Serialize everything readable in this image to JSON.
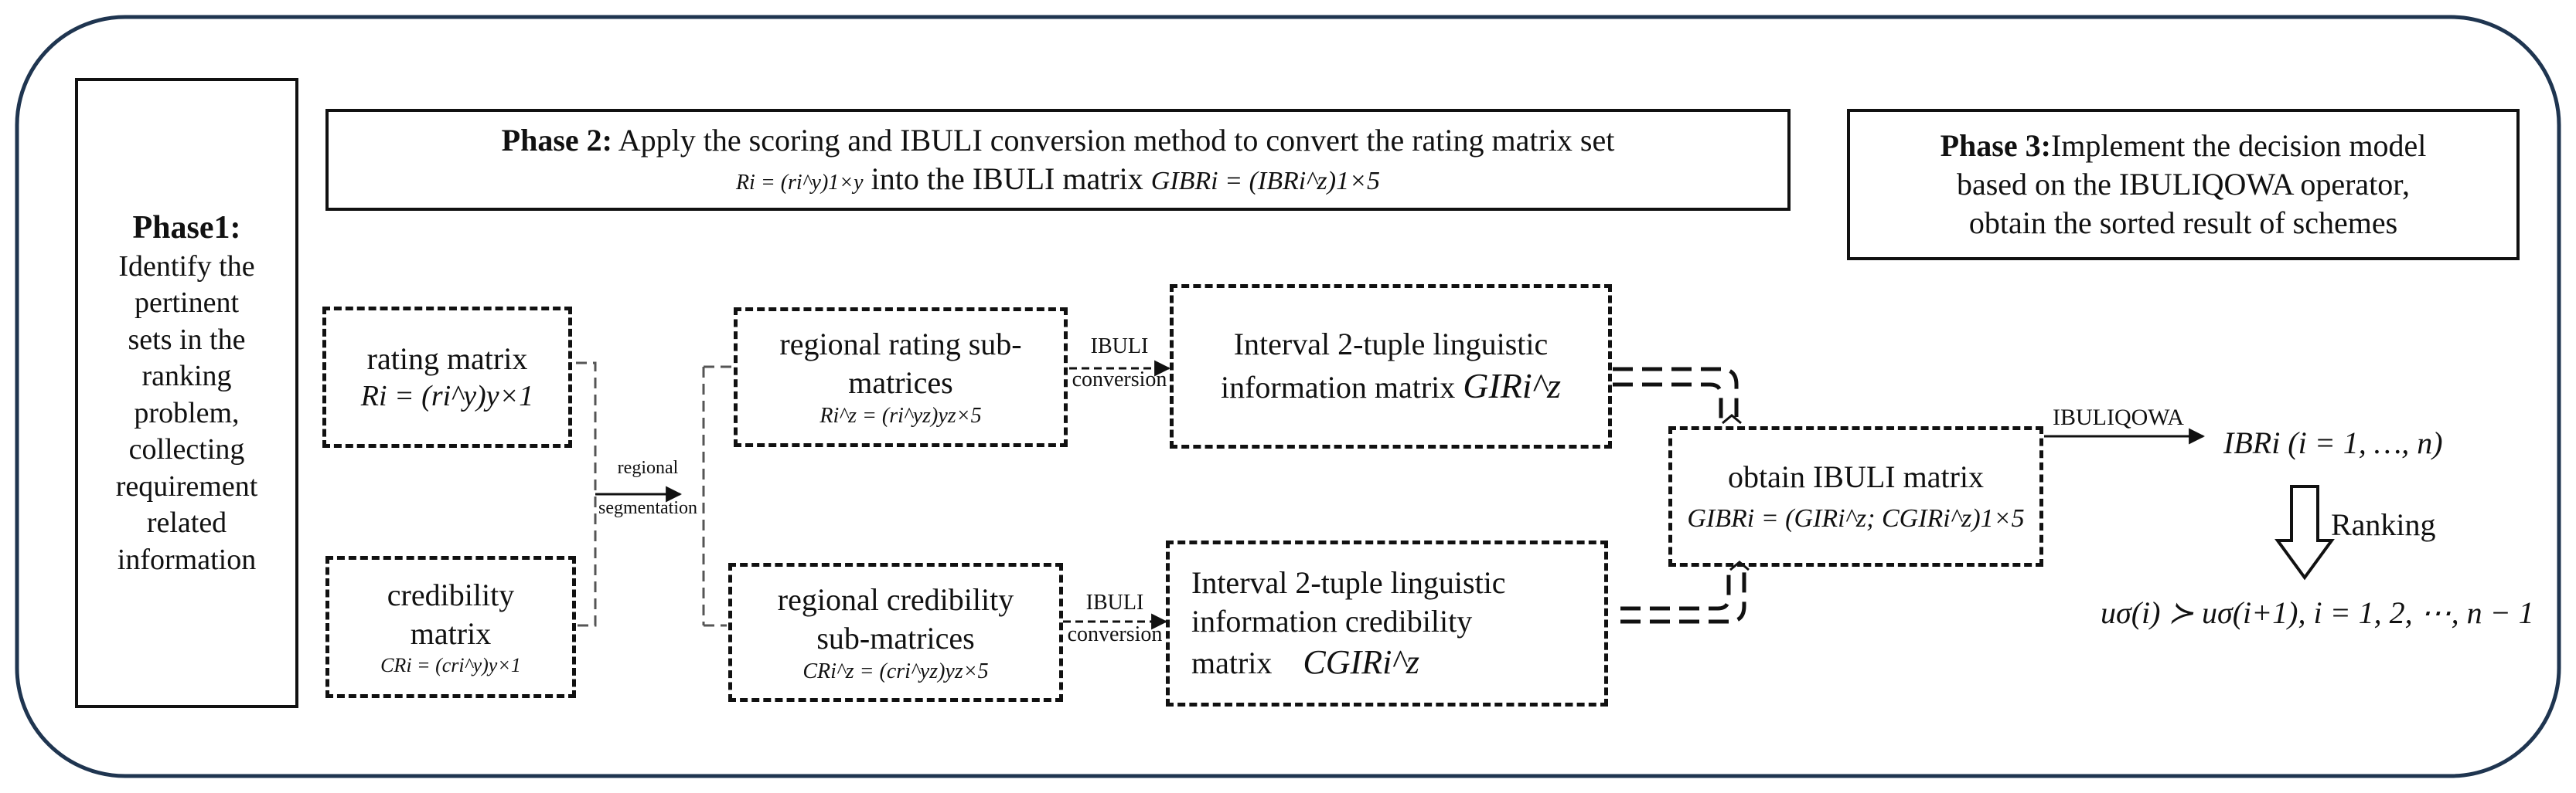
{
  "phase1": {
    "title": "Phase1:",
    "lines": [
      "Identify the",
      "pertinent",
      "sets in the",
      "ranking",
      "problem,",
      "collecting",
      "requirement",
      "related",
      "information"
    ]
  },
  "phase2": {
    "title": "Phase 2:",
    "text1": "Apply the scoring and IBULI conversion method to convert the rating matrix set",
    "math1": "Ri = (ri^y)1×y",
    "text2": "into the IBULI matrix",
    "math2": "GIBRi = (IBRi^z)1×5"
  },
  "phase3": {
    "title": "Phase 3:",
    "text1": "Implement the decision model",
    "line2": "based on the IBULIQOWA operator,",
    "line3": "obtain the sorted result of schemes"
  },
  "rating_matrix": {
    "label": "rating matrix",
    "math": "Ri = (ri^y)y×1"
  },
  "credibility_matrix": {
    "label1": "credibility",
    "label2": "matrix",
    "math": "CRi = (cri^y)y×1"
  },
  "regional_segmentation": {
    "line1": "regional",
    "line2": "segmentation"
  },
  "regional_rating": {
    "line1": "regional rating sub-",
    "line2": "matrices",
    "math": "Ri^z = (ri^yz)yz×5"
  },
  "regional_credibility": {
    "line1": "regional credibility",
    "line2": "sub-matrices",
    "math": "CRi^z = (cri^yz)yz×5"
  },
  "ibuli_conversion": {
    "line1": "IBULI",
    "line2": "conversion"
  },
  "interval_info": {
    "line1": "Interval 2-tuple linguistic",
    "line2": "information matrix",
    "math": "GIRi^z"
  },
  "interval_cred": {
    "line1": "Interval 2-tuple linguistic",
    "line2": "information credibility",
    "line3": "matrix",
    "math": "CGIRi^z"
  },
  "obtain_ibuli": {
    "label": "obtain IBULI matrix",
    "math": "GIBRi = (GIRi^z; CGIRi^z)1×5"
  },
  "ibuliqowa": "IBULIQOWA",
  "ibr_result": "IBRi (i = 1, …, n)",
  "ranking": "Ranking",
  "ranking_result": "uσ(i) ≻ uσ(i+1), i = 1, 2, ⋯, n − 1"
}
